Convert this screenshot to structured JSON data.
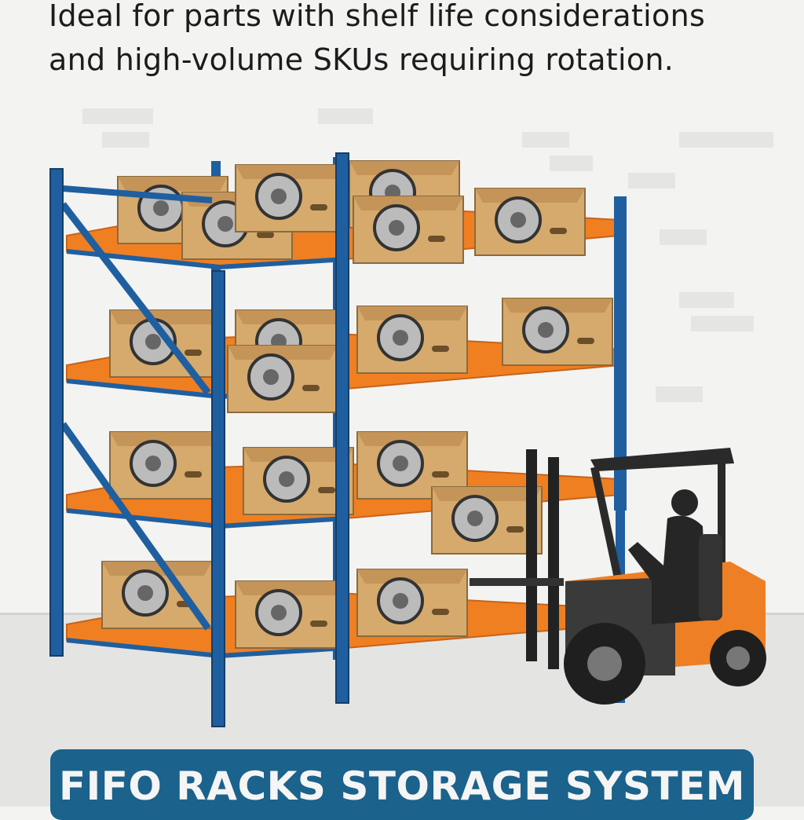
{
  "caption": {
    "line1": "Ideal for parts with shelf life considerations",
    "line2": "and high-volume SKUs requiring rotation."
  },
  "banner": {
    "title": "FIFO RACKS STORAGE SYSTEM"
  },
  "colors": {
    "rack_upright": "#1f5fa0",
    "shelf": "#f07f22",
    "box": "#d6aa6c",
    "forklift_body": "#ee7f24",
    "banner": "#1b628c"
  },
  "illustration": {
    "rack_levels": 4,
    "icons": [
      "fifo-rack-illustration",
      "forklift-icon",
      "operator-icon",
      "parts-box-icon"
    ]
  }
}
